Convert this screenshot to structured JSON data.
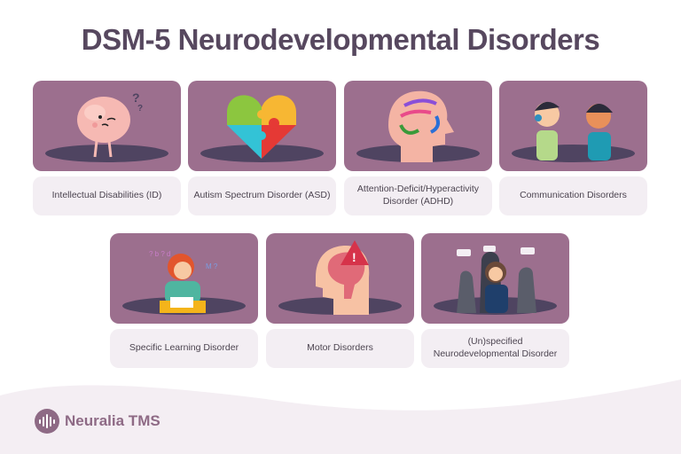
{
  "title": "DSM-5 Neurodevelopmental Disorders",
  "colors": {
    "title": "#57485f",
    "card_bg": "#9c6f8e",
    "label_bg": "#f3eef3",
    "shadow": "#4f4461",
    "brand": "#8e6a85"
  },
  "cards": [
    {
      "label": "Intellectual Disabilities (ID)",
      "icon": "confused-brain-icon"
    },
    {
      "label": "Autism Spectrum Disorder (ASD)",
      "icon": "puzzle-heart-icon"
    },
    {
      "label": "Attention-Deficit/Hyperactivity Disorder (ADHD)",
      "icon": "head-arrows-icon"
    },
    {
      "label": "Communication Disorders",
      "icon": "children-talking-icon"
    },
    {
      "label": "Specific Learning Disorder",
      "icon": "girl-studying-icon"
    },
    {
      "label": "Motor Disorders",
      "icon": "head-warning-icon"
    },
    {
      "label": "(Un)specified Neurodevelopmental Disorder",
      "icon": "anxious-woman-crowd-icon"
    }
  ],
  "footer": {
    "brand_name": "Neuralia TMS",
    "logo_icon": "soundwave-logo-icon"
  }
}
